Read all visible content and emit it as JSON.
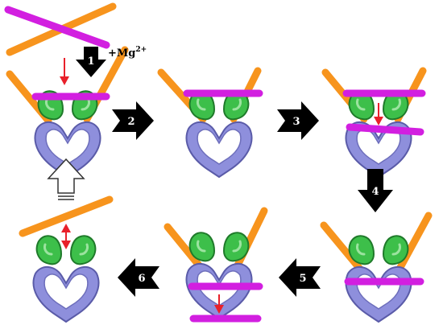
{
  "steps": {
    "s1": "1",
    "s2": "2",
    "s3": "3",
    "s4": "4",
    "s5": "5",
    "s6": "6"
  },
  "mg_label": {
    "base": "+Mg",
    "superscript": "2+"
  },
  "colors": {
    "dna_orange": "#f7941d",
    "dna_magenta": "#d21fe0",
    "protein_green": "#3dbf4a",
    "protein_lavender": "#8e8fdc",
    "arrow_red": "#e8202a",
    "step_arrow": "#000000",
    "return_arrow_outline": "#333333"
  }
}
